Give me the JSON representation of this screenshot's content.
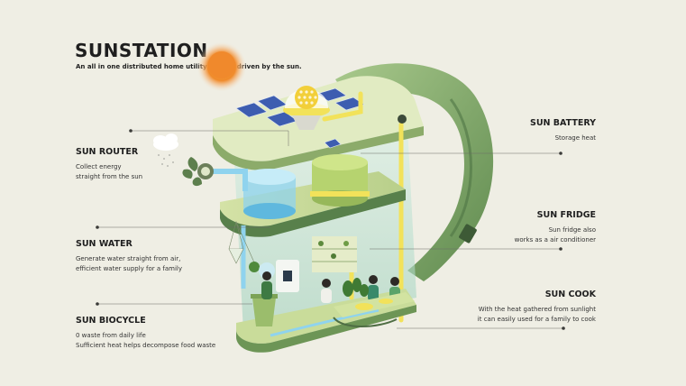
{
  "header": {
    "title": "SUNSTATION",
    "subtitle": "An all in one distributed home utility system driven by the sun."
  },
  "features": {
    "router": {
      "title": "SUN ROUTER",
      "line1": "Collect energy",
      "line2": "straight from the sun"
    },
    "water": {
      "title": "SUN WATER",
      "line1": "Generate water straight from air,",
      "line2": "efficient water supply for a family"
    },
    "biocycle": {
      "title": "SUN BIOCYCLE",
      "line1": "0 waste from daily life",
      "line2": "Sufficient heat helps decompose food waste"
    },
    "battery": {
      "title": "SUN BATTERY",
      "line1": "Storage heat"
    },
    "fridge": {
      "title": "SUN FRIDGE",
      "line1": "Sun fridge also",
      "line2": "works as a air conditioner"
    },
    "cook": {
      "title": "SUN COOK",
      "line1": "With the heat gathered from sunlight",
      "line2": "it can easily used for a family to cook"
    }
  },
  "colors": {
    "background": "#efeee4",
    "sun": "#f08a2a",
    "pipe_yellow": "#f2e25a",
    "pipe_blue": "#8fd3ee",
    "green_light": "#b9d39a",
    "green_dark": "#5d7f4d",
    "glass": "#bfe3d2"
  }
}
